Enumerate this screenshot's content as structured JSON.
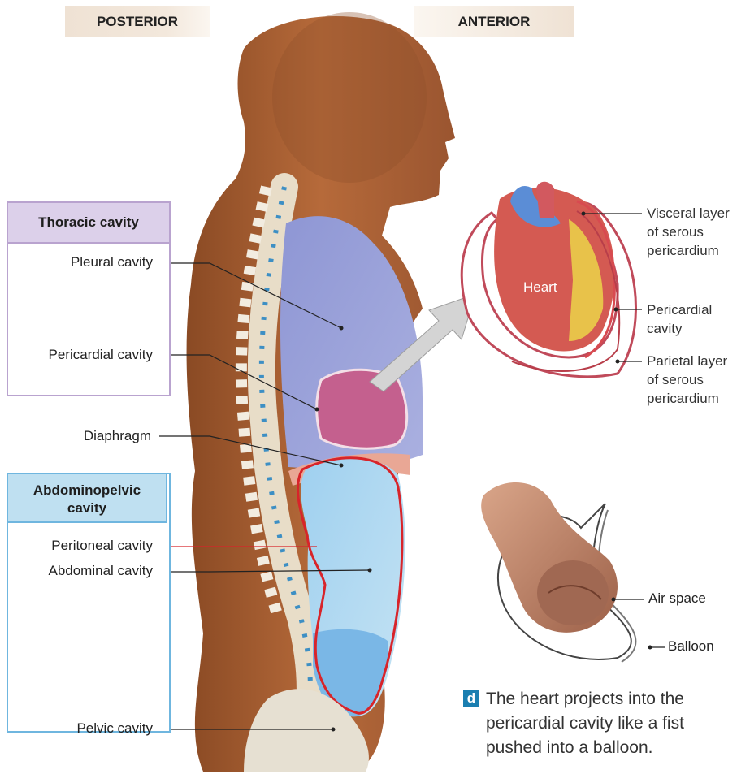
{
  "orientation": {
    "posterior": "POSTERIOR",
    "anterior": "ANTERIOR"
  },
  "thoracic": {
    "title": "Thoracic cavity",
    "items": [
      "Pleural cavity",
      "Pericardial cavity"
    ]
  },
  "diaphragm": "Diaphragm",
  "abdominopelvic": {
    "title_line1": "Abdominopelvic",
    "title_line2": "cavity",
    "items": [
      "Peritoneal cavity",
      "Abdominal cavity",
      "Pelvic cavity"
    ]
  },
  "heart_detail": {
    "heart": "Heart",
    "visceral": [
      "Visceral layer",
      "of serous",
      "pericardium"
    ],
    "pericardial": [
      "Pericardial",
      "cavity"
    ],
    "parietal": [
      "Parietal layer",
      "of serous",
      "pericardium"
    ]
  },
  "balloon_detail": {
    "air_space": "Air space",
    "balloon": "Balloon"
  },
  "caption": {
    "letter": "d",
    "text": "The heart projects into the pericardial cavity like a fist pushed into a balloon."
  },
  "colors": {
    "thoracic_border": "#b9a3cf",
    "thoracic_header": "#dcd0ea",
    "abdo_border": "#6fb6df",
    "abdo_header": "#bfe0f1",
    "peritoneal_line": "#d8242a",
    "caption_badge": "#1a7eb0"
  }
}
